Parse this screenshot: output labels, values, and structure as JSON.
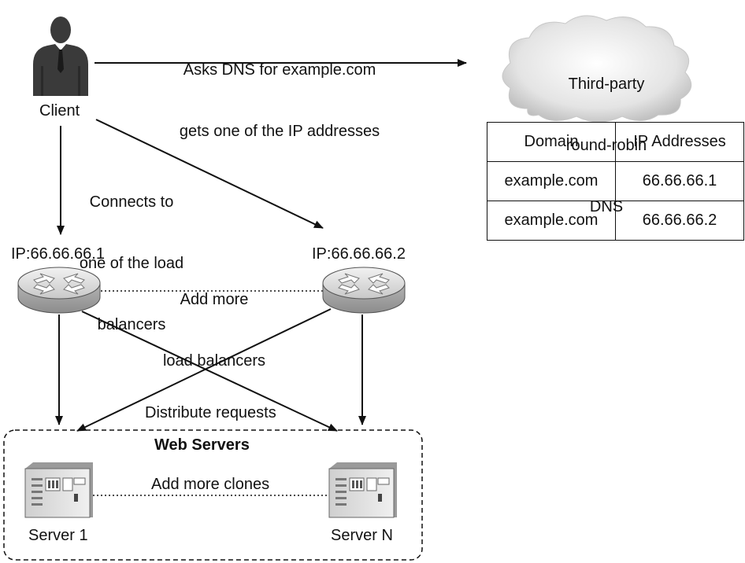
{
  "client": {
    "label": "Client"
  },
  "dns_query": {
    "line1": "Asks DNS for example.com",
    "line2": "gets one of the IP addresses"
  },
  "dns_service": {
    "line1": "Third-party",
    "line2": "round-robin",
    "line3": "DNS"
  },
  "dns_table": {
    "headers": [
      "Domain",
      "IP Addresses"
    ],
    "rows": [
      [
        "example.com",
        "66.66.66.1"
      ],
      [
        "example.com",
        "66.66.66.2"
      ]
    ]
  },
  "connect_note": {
    "line1": "Connects to",
    "line2": "one of the load",
    "line3": "balancers"
  },
  "load_balancers": [
    {
      "ip": "IP:66.66.66.1"
    },
    {
      "ip": "IP:66.66.66.2"
    }
  ],
  "add_lb_note": {
    "line1": "Add more",
    "line2": "load balancers"
  },
  "distribute_note": "Distribute requests",
  "web_servers": {
    "title": "Web Servers",
    "clone_note": "Add more clones",
    "servers": [
      {
        "label": "Server 1"
      },
      {
        "label": "Server N"
      }
    ]
  }
}
